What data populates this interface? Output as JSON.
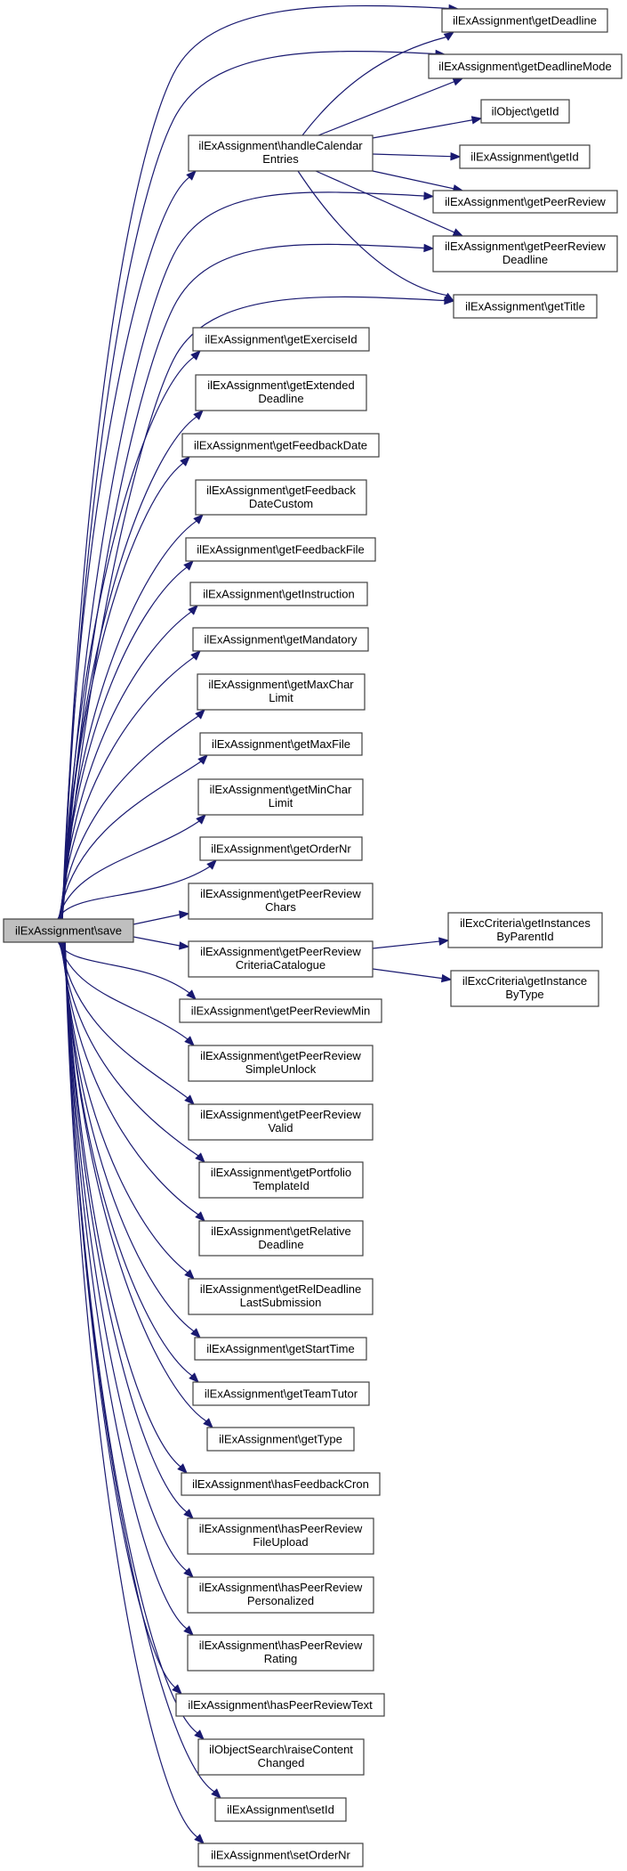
{
  "diagram": {
    "type": "call-graph",
    "root": "save",
    "colors": {
      "edge": "#191970",
      "node_border": "#404040",
      "node_fill": "#ffffff",
      "root_fill": "#bfbfbf"
    },
    "nodes": {
      "save": [
        "ilExAssignment\\save"
      ],
      "handleCalendarEntries": [
        "ilExAssignment\\handleCalendar",
        "Entries"
      ],
      "getDeadline": [
        "ilExAssignment\\getDeadline"
      ],
      "getDeadlineMode": [
        "ilExAssignment\\getDeadlineMode"
      ],
      "ilObjectGetId": [
        "ilObject\\getId"
      ],
      "getId": [
        "ilExAssignment\\getId"
      ],
      "getPeerReview": [
        "ilExAssignment\\getPeerReview"
      ],
      "getPeerReviewDeadline": [
        "ilExAssignment\\getPeerReview",
        "Deadline"
      ],
      "getTitle": [
        "ilExAssignment\\getTitle"
      ],
      "getExerciseId": [
        "ilExAssignment\\getExerciseId"
      ],
      "getExtendedDeadline": [
        "ilExAssignment\\getExtended",
        "Deadline"
      ],
      "getFeedbackDate": [
        "ilExAssignment\\getFeedbackDate"
      ],
      "getFeedbackDateCustom": [
        "ilExAssignment\\getFeedback",
        "DateCustom"
      ],
      "getFeedbackFile": [
        "ilExAssignment\\getFeedbackFile"
      ],
      "getInstruction": [
        "ilExAssignment\\getInstruction"
      ],
      "getMandatory": [
        "ilExAssignment\\getMandatory"
      ],
      "getMaxCharLimit": [
        "ilExAssignment\\getMaxChar",
        "Limit"
      ],
      "getMaxFile": [
        "ilExAssignment\\getMaxFile"
      ],
      "getMinCharLimit": [
        "ilExAssignment\\getMinChar",
        "Limit"
      ],
      "getOrderNr": [
        "ilExAssignment\\getOrderNr"
      ],
      "getPeerReviewChars": [
        "ilExAssignment\\getPeerReview",
        "Chars"
      ],
      "getPeerReviewCriteriaCatalogue": [
        "ilExAssignment\\getPeerReview",
        "CriteriaCatalogue"
      ],
      "getInstancesByParentId": [
        "ilExcCriteria\\getInstances",
        "ByParentId"
      ],
      "getInstanceByType": [
        "ilExcCriteria\\getInstance",
        "ByType"
      ],
      "getPeerReviewMin": [
        "ilExAssignment\\getPeerReviewMin"
      ],
      "getPeerReviewSimpleUnlock": [
        "ilExAssignment\\getPeerReview",
        "SimpleUnlock"
      ],
      "getPeerReviewValid": [
        "ilExAssignment\\getPeerReview",
        "Valid"
      ],
      "getPortfolioTemplateId": [
        "ilExAssignment\\getPortfolio",
        "TemplateId"
      ],
      "getRelativeDeadline": [
        "ilExAssignment\\getRelative",
        "Deadline"
      ],
      "getRelDeadlineLastSubmission": [
        "ilExAssignment\\getRelDeadline",
        "LastSubmission"
      ],
      "getStartTime": [
        "ilExAssignment\\getStartTime"
      ],
      "getTeamTutor": [
        "ilExAssignment\\getTeamTutor"
      ],
      "getType": [
        "ilExAssignment\\getType"
      ],
      "hasFeedbackCron": [
        "ilExAssignment\\hasFeedbackCron"
      ],
      "hasPeerReviewFileUpload": [
        "ilExAssignment\\hasPeerReview",
        "FileUpload"
      ],
      "hasPeerReviewPersonalized": [
        "ilExAssignment\\hasPeerReview",
        "Personalized"
      ],
      "hasPeerReviewRating": [
        "ilExAssignment\\hasPeerReview",
        "Rating"
      ],
      "hasPeerReviewText": [
        "ilExAssignment\\hasPeerReviewText"
      ],
      "raiseContentChanged": [
        "ilObjectSearch\\raiseContent",
        "Changed"
      ],
      "setId": [
        "ilExAssignment\\setId"
      ],
      "setOrderNr": [
        "ilExAssignment\\setOrderNr"
      ]
    },
    "edges": [
      [
        "save",
        "getDeadline"
      ],
      [
        "save",
        "getDeadlineMode"
      ],
      [
        "save",
        "handleCalendarEntries"
      ],
      [
        "save",
        "getPeerReview"
      ],
      [
        "save",
        "getPeerReviewDeadline"
      ],
      [
        "save",
        "getTitle"
      ],
      [
        "save",
        "getExerciseId"
      ],
      [
        "save",
        "getExtendedDeadline"
      ],
      [
        "save",
        "getFeedbackDate"
      ],
      [
        "save",
        "getFeedbackDateCustom"
      ],
      [
        "save",
        "getFeedbackFile"
      ],
      [
        "save",
        "getInstruction"
      ],
      [
        "save",
        "getMandatory"
      ],
      [
        "save",
        "getMaxCharLimit"
      ],
      [
        "save",
        "getMaxFile"
      ],
      [
        "save",
        "getMinCharLimit"
      ],
      [
        "save",
        "getOrderNr"
      ],
      [
        "save",
        "getPeerReviewChars"
      ],
      [
        "save",
        "getPeerReviewCriteriaCatalogue"
      ],
      [
        "save",
        "getPeerReviewMin"
      ],
      [
        "save",
        "getPeerReviewSimpleUnlock"
      ],
      [
        "save",
        "getPeerReviewValid"
      ],
      [
        "save",
        "getPortfolioTemplateId"
      ],
      [
        "save",
        "getRelativeDeadline"
      ],
      [
        "save",
        "getRelDeadlineLastSubmission"
      ],
      [
        "save",
        "getStartTime"
      ],
      [
        "save",
        "getTeamTutor"
      ],
      [
        "save",
        "getType"
      ],
      [
        "save",
        "hasFeedbackCron"
      ],
      [
        "save",
        "hasPeerReviewFileUpload"
      ],
      [
        "save",
        "hasPeerReviewPersonalized"
      ],
      [
        "save",
        "hasPeerReviewRating"
      ],
      [
        "save",
        "hasPeerReviewText"
      ],
      [
        "save",
        "raiseContentChanged"
      ],
      [
        "save",
        "setId"
      ],
      [
        "save",
        "setOrderNr"
      ],
      [
        "handleCalendarEntries",
        "getDeadline"
      ],
      [
        "handleCalendarEntries",
        "getDeadlineMode"
      ],
      [
        "handleCalendarEntries",
        "ilObjectGetId"
      ],
      [
        "handleCalendarEntries",
        "getId"
      ],
      [
        "handleCalendarEntries",
        "getPeerReview"
      ],
      [
        "handleCalendarEntries",
        "getPeerReviewDeadline"
      ],
      [
        "handleCalendarEntries",
        "getTitle"
      ],
      [
        "getPeerReviewCriteriaCatalogue",
        "getInstancesByParentId"
      ],
      [
        "getPeerReviewCriteriaCatalogue",
        "getInstanceByType"
      ]
    ]
  }
}
